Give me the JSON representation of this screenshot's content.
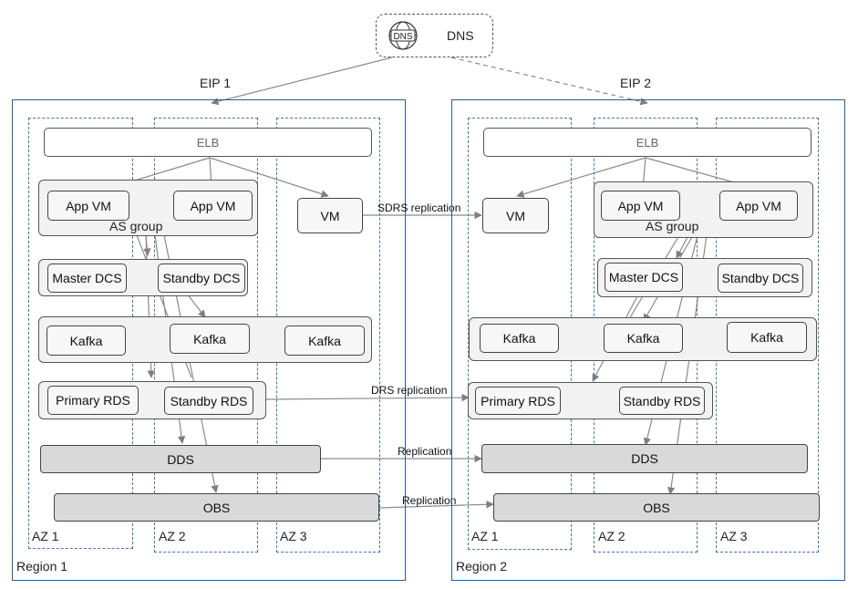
{
  "dns": {
    "label": "DNS",
    "icon_text": "DNS",
    "icon": "dns-globe-icon"
  },
  "eips": [
    "EIP 1",
    "EIP 2"
  ],
  "regions": [
    {
      "name": "Region 1",
      "azs": [
        "AZ 1",
        "AZ 2",
        "AZ 3"
      ],
      "elb": "ELB",
      "app_vms": [
        "App VM",
        "App VM"
      ],
      "as_group": "AS group",
      "vm": "VM",
      "dcs": [
        "Master DCS",
        "Standby DCS"
      ],
      "kafka": [
        "Kafka",
        "Kafka",
        "Kafka"
      ],
      "rds": [
        "Primary RDS",
        "Standby RDS"
      ],
      "dds": "DDS",
      "obs": "OBS"
    },
    {
      "name": "Region 2",
      "azs": [
        "AZ 1",
        "AZ 2",
        "AZ 3"
      ],
      "elb": "ELB",
      "app_vms": [
        "App VM",
        "App VM"
      ],
      "as_group": "AS group",
      "vm": "VM",
      "dcs": [
        "Master DCS",
        "Standby DCS"
      ],
      "kafka": [
        "Kafka",
        "Kafka",
        "Kafka"
      ],
      "rds": [
        "Primary RDS",
        "Standby RDS"
      ],
      "dds": "DDS",
      "obs": "OBS"
    }
  ],
  "replication": {
    "vm": "SDRS replication",
    "rds": "DRS replication",
    "dds": "Replication",
    "obs": "Replication"
  },
  "colors": {
    "region_border": "#2f5b8a",
    "az_border": "#4a74a8",
    "arrow": "#808080"
  }
}
